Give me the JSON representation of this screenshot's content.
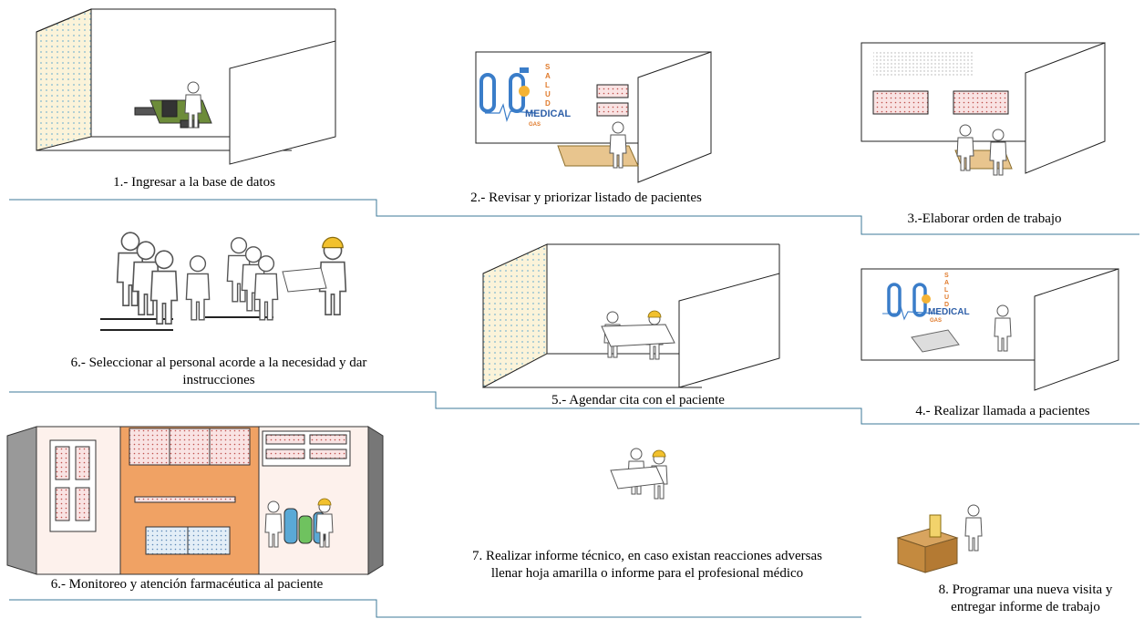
{
  "steps": {
    "s1": "1.- Ingresar a la base de datos",
    "s2": "2.- Revisar y priorizar listado de pacientes",
    "s3": "3.-Elaborar orden de trabajo",
    "s4": "4.- Realizar llamada a pacientes",
    "s5": "5.- Agendar cita con el paciente",
    "s6a": "6.- Seleccionar al personal acorde a la necesidad y dar instrucciones",
    "s6b": "6.- Monitoreo y atención farmacéutica al paciente",
    "s7": "7. Realizar informe técnico, en caso existan reacciones adversas llenar hoja amarilla o informe para el profesional médico",
    "s8": "8.  Programar  una nueva visita y entregar informe de trabajo"
  },
  "logo": {
    "word": "MEDICAL",
    "vertical": "SALUD",
    "small": "GAS"
  },
  "colors": {
    "connector": "#3c7a99",
    "wall_fill": "#fbf3d9",
    "orange_block": "#f0a264",
    "pink_panel": "#f7dcdc",
    "facade": "#fdf1ec"
  }
}
